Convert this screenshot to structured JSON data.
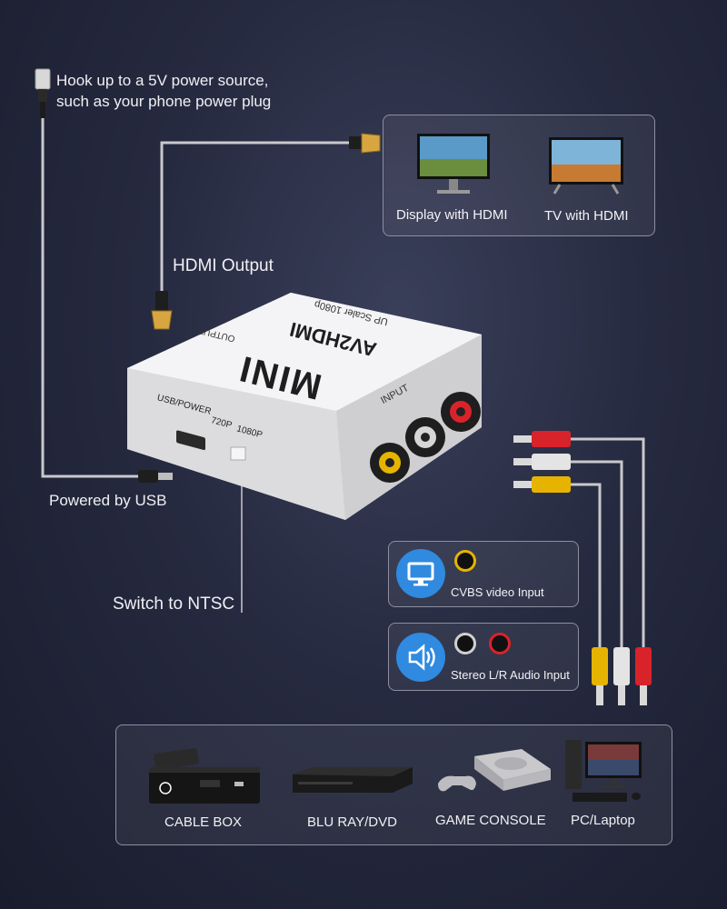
{
  "power": {
    "label_line1": "Hook up to a 5V power source,",
    "label_line2": "such as your phone power plug"
  },
  "hdmi_output": {
    "label": "HDMI Output"
  },
  "powered_by": {
    "label": "Powered by USB"
  },
  "ntsc_switch": {
    "label": "Switch to NTSC"
  },
  "displays": [
    {
      "label": "Display with HDMI",
      "icon": "monitor-icon"
    },
    {
      "label": "TV with HDMI",
      "icon": "tv-icon"
    }
  ],
  "adapter": {
    "brand": "MINI",
    "model": "AV2HDMI",
    "subtitle": "UP Scaler 1080p",
    "output_label": "OUTPUT",
    "input_label": "INPUT",
    "usb_label": "USB/POWER",
    "res_720": "720P",
    "res_1080": "1080P"
  },
  "inputs": [
    {
      "label": "CVBS video Input",
      "icon": "display-icon",
      "colors": [
        "#e6b400"
      ]
    },
    {
      "label": "Stereo L/R Audio Input",
      "icon": "speaker-icon",
      "colors": [
        "#cfcfcf",
        "#d8232a"
      ]
    }
  ],
  "sources": [
    {
      "label": "CABLE BOX",
      "icon": "cable-box-icon"
    },
    {
      "label": "BLU RAY/DVD",
      "icon": "bluray-player-icon"
    },
    {
      "label": "GAME CONSOLE",
      "icon": "game-console-icon"
    },
    {
      "label": "PC/Laptop",
      "icon": "pc-icon"
    }
  ],
  "colors": {
    "video": "#e6b400",
    "audio_left": "#e0e0e0",
    "audio_right": "#d8232a",
    "accent_blue": "#2f8ae0"
  }
}
